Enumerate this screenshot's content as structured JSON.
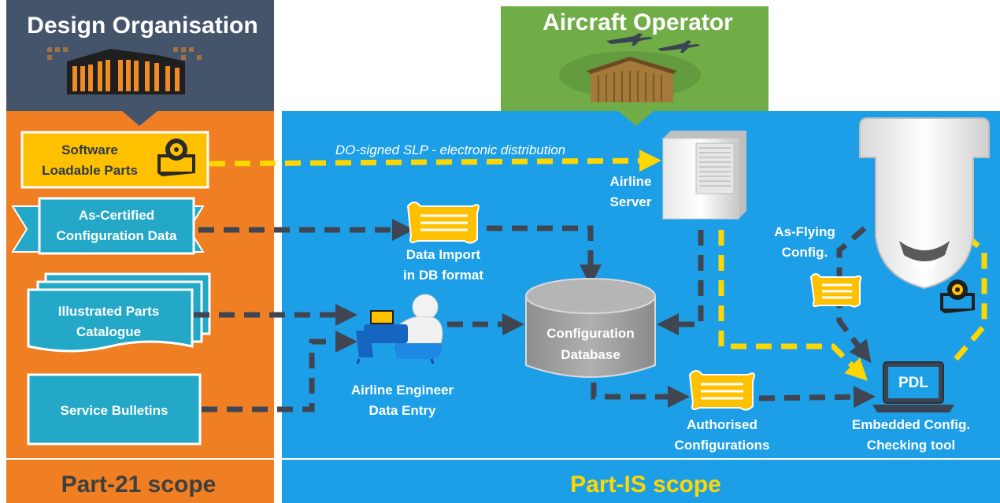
{
  "headers": {
    "design_org": "Design Organisation",
    "aircraft_operator": "Aircraft Operator"
  },
  "scopes": {
    "part21": "Part-21 scope",
    "partis": "Part-IS scope"
  },
  "left_items": {
    "slp_line1": "Software",
    "slp_line2": "Loadable Parts",
    "ascert_line1": "As-Certified",
    "ascert_line2": "Configuration Data",
    "ipc_line1": "Illustrated Parts",
    "ipc_line2": "Catalogue",
    "service_bulletins": "Service Bulletins"
  },
  "nodes": {
    "distribution_label": "DO-signed SLP - electronic distribution",
    "airline_server_line1": "Airline",
    "airline_server_line2": "Server",
    "data_import_line1": "Data Import",
    "data_import_line2": "in DB format",
    "config_db_line1": "Configuration",
    "config_db_line2": "Database",
    "engineer_line1": "Airline Engineer",
    "engineer_line2": "Data Entry",
    "auth_line1": "Authorised",
    "auth_line2": "Configurations",
    "asflying_line1": "As-Flying",
    "asflying_line2": "Config.",
    "pdl": "PDL",
    "tool_line1": "Embedded Config.",
    "tool_line2": "Checking tool"
  },
  "colors": {
    "orange_scope": "#ef7f22",
    "blue_scope": "#1d9fe8",
    "dark_header": "#44546a",
    "green_header": "#70ad47",
    "teal_box": "#23a8c8",
    "yellow": "#ffd700",
    "dashes": "#404552"
  }
}
